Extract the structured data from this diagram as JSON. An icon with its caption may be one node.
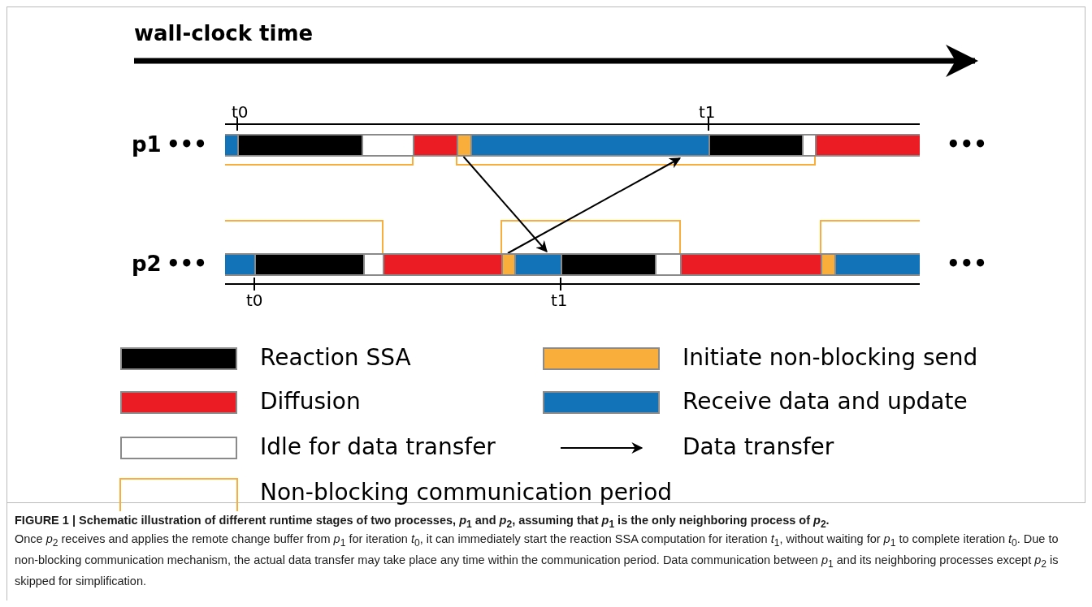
{
  "diagram": {
    "title": "FIGURE 1 | Schematic illustration of different runtime stages of two processes, *p*$_{1}$ and *p*$_{2}$, assuming that *p*$_{1}$ is the only neighboring process of *p*$_{2}$.",
    "caption": "Once *p*$_{2}$ receives and applies the remote change buffer from *p*$_{1}$ for iteration *t*$_{0}$, it can immediately start the reaction SSA computation for iteration *t*$_{1}$, without waiting for *p*$_{1}$ to complete iteration *t*$_{0}$. Due to non-blocking communication mechanism, the actual data transfer may take place any time within the communication period. Data communication between *p*$_{1}$ and its neighboring processes except *p*$_{2}$ is skipped for simplification.",
    "nodes": [
      {
        "text": [],
        "shape": "bar"
      },
      {
        "text": [],
        "shape": "bar"
      },
      {
        "text": [],
        "shape": "bar"
      },
      {
        "text": [],
        "shape": "bar"
      },
      {
        "text": [],
        "shape": "bar"
      },
      {
        "text": [],
        "shape": "bar"
      },
      {
        "text": [],
        "shape": "bar"
      },
      {
        "text": [],
        "shape": "bar"
      },
      {
        "text": [],
        "shape": "bar"
      },
      {
        "text": [],
        "shape": "bar"
      },
      {
        "text": [],
        "shape": "bar"
      },
      {
        "text": [],
        "shape": "bar"
      },
      {
        "text": [],
        "shape": "bar"
      },
      {
        "text": [],
        "shape": "bar"
      },
      {
        "text": [],
        "shape": "bar"
      },
      {
        "text": [],
        "shape": "bar"
      },
      {
        "text": [],
        "shape": "bar"
      },
      {
        "text": [],
        "shape": "bar"
      },
      {
        "text": [],
        "shape": "bar"
      },
      {
        "text": [],
        "shape": "bar"
      }
    ],
    "edges": [
      {
        "from": 4,
        "to": 14,
        "arrow": "to"
      },
      {
        "from": 13,
        "to": 5,
        "arrow": "to"
      }
    ],
    "labels": [
      "wall-clock time",
      "t0",
      "t1",
      "p1",
      "•••",
      "•••",
      "p2",
      "•••",
      "•••",
      "t0",
      "t1"
    ],
    "legend": [
      {
        "text": "Reaction SSA",
        "color": "#000000"
      },
      {
        "text": "Initiate non-blocking send",
        "color": "#f9ad3a"
      },
      {
        "text": "Diffusion",
        "color": "#ec1c24"
      },
      {
        "text": "Receive data and update",
        "color": "#1273b8"
      },
      {
        "text": "Idle for data transfer",
        "color": "#ffffff"
      },
      {
        "text": "Data transfer"
      },
      {
        "text": "Non-blocking communication period"
      }
    ]
  }
}
